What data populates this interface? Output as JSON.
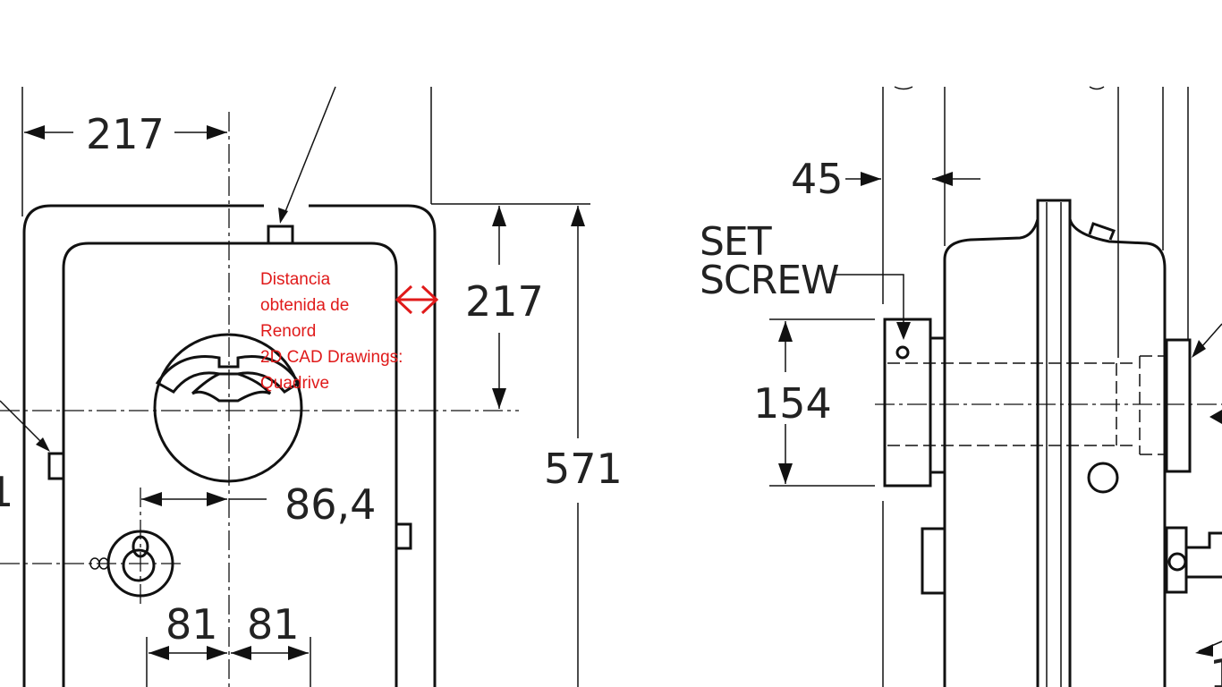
{
  "dimensions": {
    "width_top": "217",
    "height_upper": "217",
    "height_total": "571",
    "offset_knob": "86,4",
    "bottom_left": "81",
    "bottom_right": "81",
    "bracket_height": "154",
    "side_offset": "45"
  },
  "labels": {
    "set_screw_line1": "SET",
    "set_screw_line2": "SCREW"
  },
  "annotation": {
    "lines": [
      "Distancia",
      "obtenida de",
      "Renord",
      "2D CAD Drawings:",
      "Quadrive"
    ],
    "color": "#e01a1a"
  },
  "partial_text": {
    "left_edge": "1",
    "right_edge": "1"
  }
}
